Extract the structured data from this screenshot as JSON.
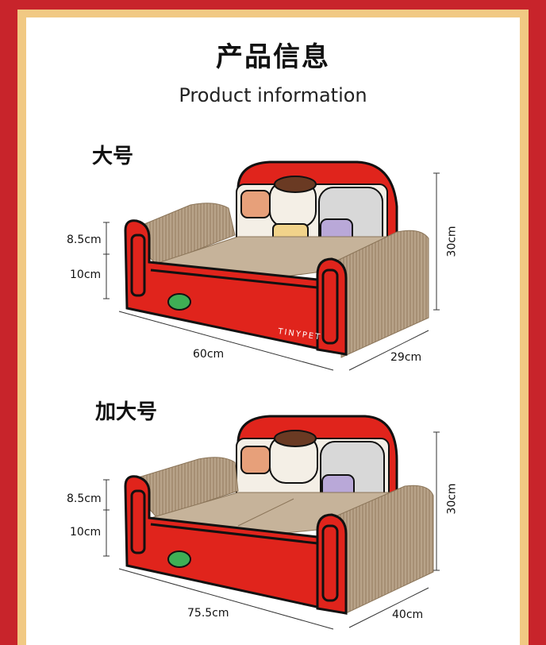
{
  "header": {
    "title_cn": "产品信息",
    "title_en": "Product information"
  },
  "products": [
    {
      "size_label": "大号",
      "brand": "TINYPET",
      "dim_back": "8.5cm",
      "dim_seat": "10cm",
      "dim_width": "60cm",
      "dim_depth": "29cm",
      "dim_height": "30cm"
    },
    {
      "size_label": "加大号",
      "dim_back": "8.5cm",
      "dim_seat": "10cm",
      "dim_width": "75.5cm",
      "dim_depth": "40cm",
      "dim_height": "30cm"
    }
  ],
  "colors": {
    "border_red": "#c8242b",
    "border_gold": "#f1c983",
    "sofa_red": "#e0241c",
    "cardboard": "#b59f86"
  }
}
